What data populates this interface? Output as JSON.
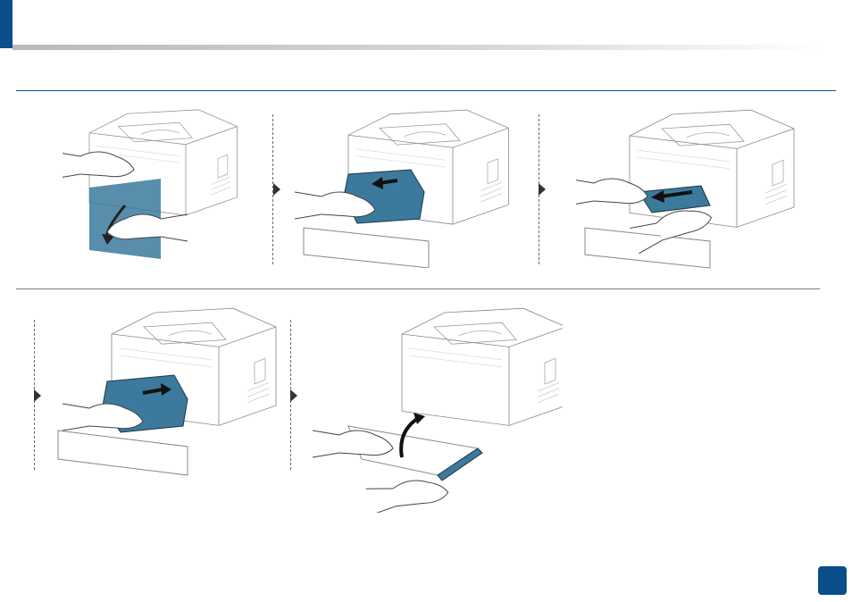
{
  "header": {
    "accent_color": "#0b4e8c"
  },
  "illustrations": {
    "steps": [
      {
        "id": 1,
        "depicts": "front-door-opening"
      },
      {
        "id": 2,
        "depicts": "toner-cartridge-removal"
      },
      {
        "id": 3,
        "depicts": "jammed-paper-removal"
      },
      {
        "id": 4,
        "depicts": "toner-cartridge-reinsertion"
      },
      {
        "id": 5,
        "depicts": "front-door-closing"
      }
    ],
    "highlight_color": "#3b7a9c",
    "line_color": "#555555"
  },
  "page": {
    "number": ""
  }
}
